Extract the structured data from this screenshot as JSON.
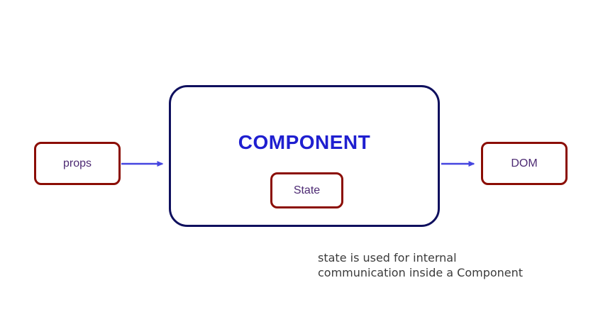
{
  "diagram": {
    "nodes": {
      "props": {
        "label": "props"
      },
      "component": {
        "label": "COMPONENT"
      },
      "state": {
        "label": "State"
      },
      "dom": {
        "label": "DOM"
      }
    },
    "arrows": [
      {
        "name": "props-to-component"
      },
      {
        "name": "component-to-dom"
      }
    ],
    "caption": {
      "line1": "state is used for internal",
      "line2": "communication inside a Component"
    }
  },
  "colors": {
    "box-border-red": "#8b0d04",
    "component-border": "#0f105e",
    "component-title": "#1f1fd0",
    "node-label": "#4d2a73",
    "arrow": "#4545e0",
    "caption-text": "#3b3b3b",
    "background": "#ffffff"
  }
}
